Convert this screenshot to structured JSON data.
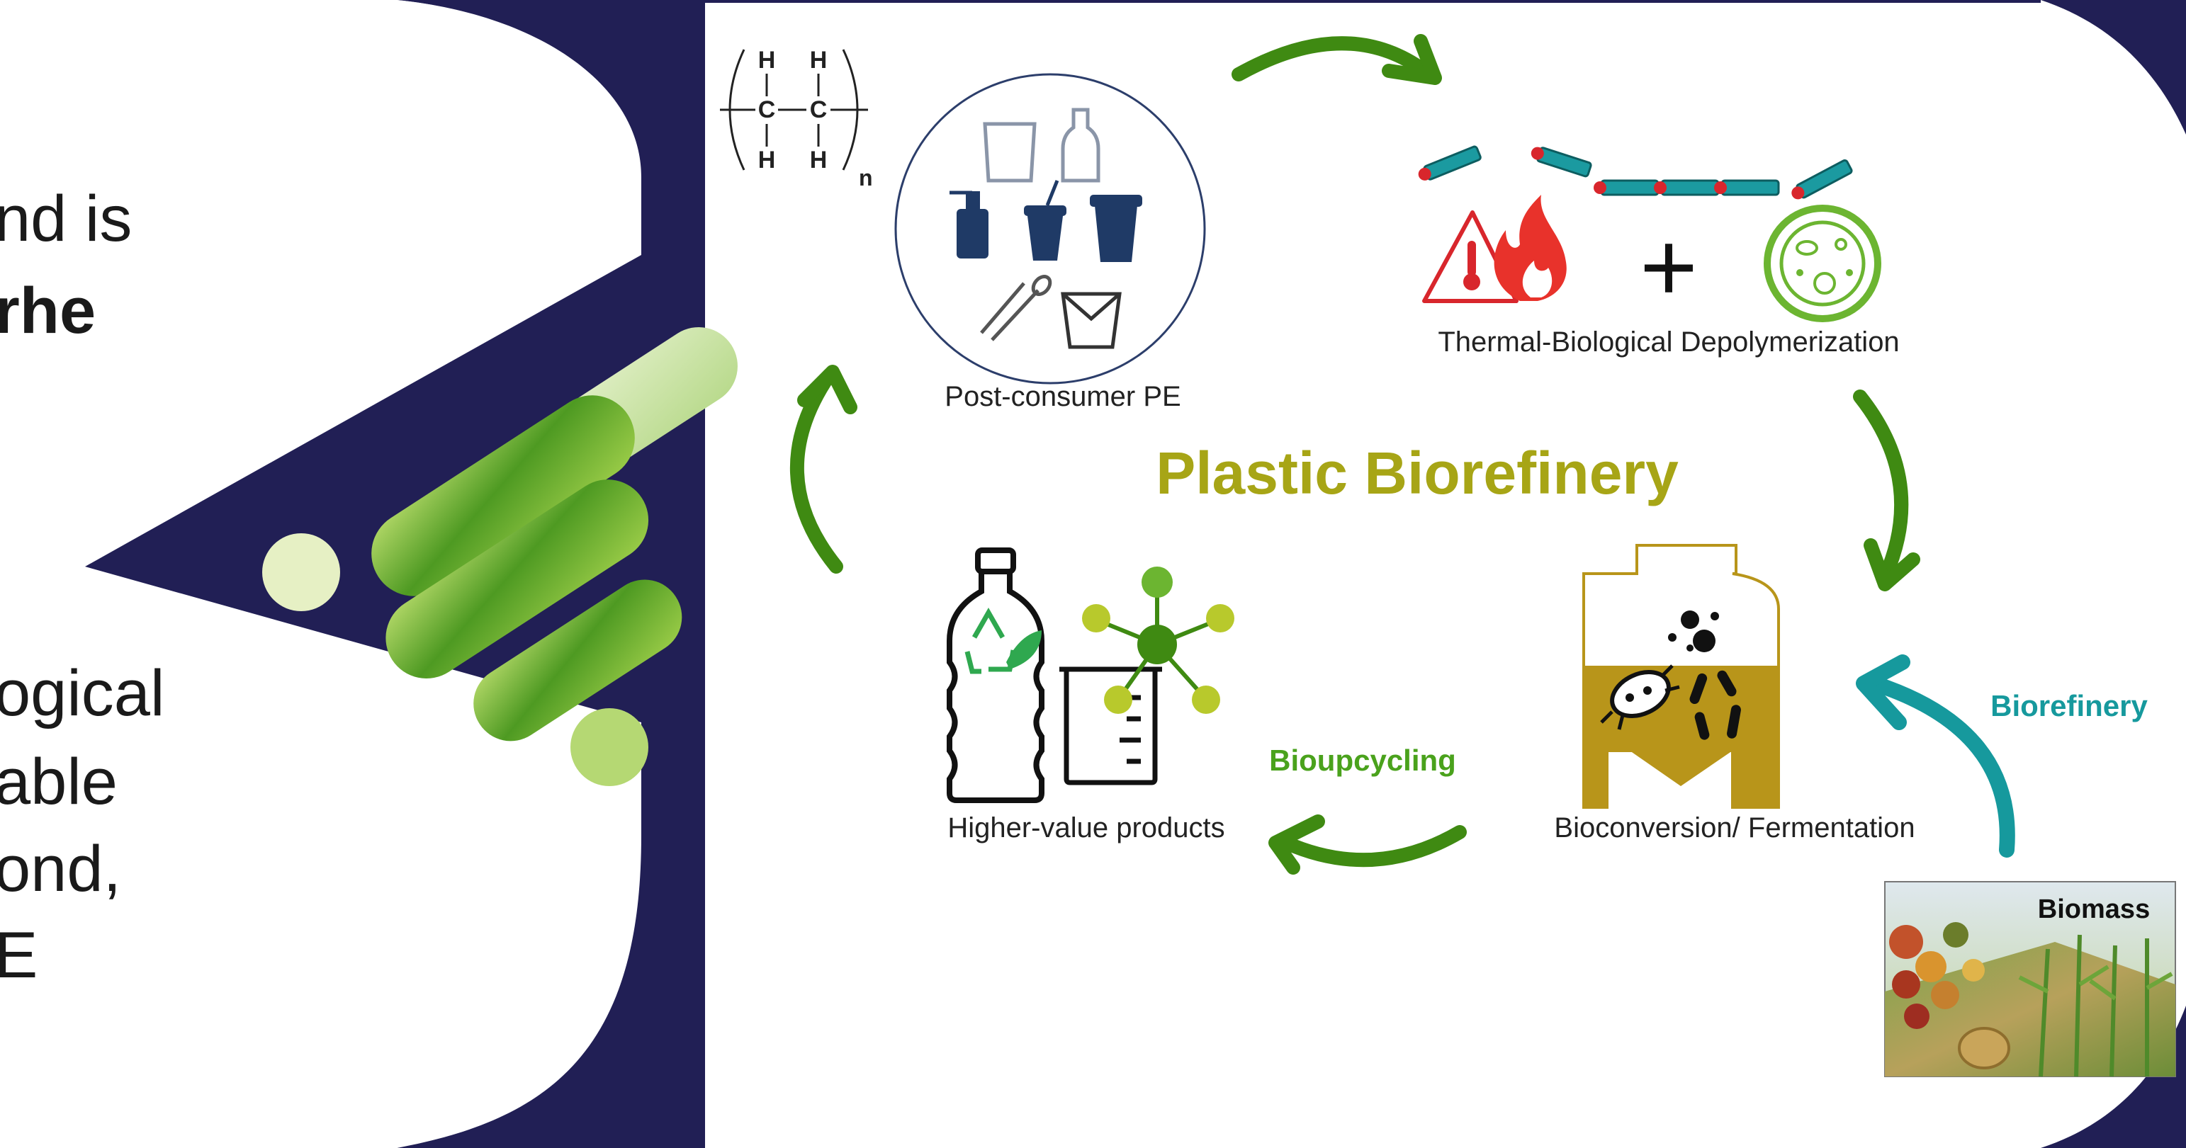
{
  "slide_left_text": {
    "lines": [
      {
        "text": "nd is",
        "bold": false
      },
      {
        "text": "rhe",
        "bold": true
      },
      {
        "text": "ogical",
        "bold": false
      },
      {
        "text": "able",
        "bold": false
      },
      {
        "text": "ond,",
        "bold": false
      },
      {
        "text": "E",
        "bold": false
      }
    ]
  },
  "diagram": {
    "title": "Plastic Biorefinery",
    "nodes": {
      "post_consumer": "Post-consumer PE",
      "depolymerization": "Thermal-Biological Depolymerization",
      "bioconversion": "Bioconversion/ Fermentation",
      "higher_value": "Higher-value products",
      "biomass": "Biomass"
    },
    "edge_labels": {
      "bioupcycling": "Bioupcycling",
      "biorefinery": "Biorefinery"
    },
    "polymer_formula": {
      "atom_h": "H",
      "atom_c": "C",
      "subscript": "n"
    },
    "plus_sign": "+"
  },
  "colors": {
    "navy": "#211f55",
    "title_olive": "#a7a516",
    "arrow_green": "#3f8a12",
    "label_green": "#4aa21c",
    "teal": "#16999d",
    "icon_navy": "#1f3a66",
    "chain_teal": "#1b9aa0",
    "chain_red": "#d8262c",
    "fire_red": "#e8322b",
    "microbe_green": "#6cb531",
    "reactor_gold": "#b8951a"
  }
}
